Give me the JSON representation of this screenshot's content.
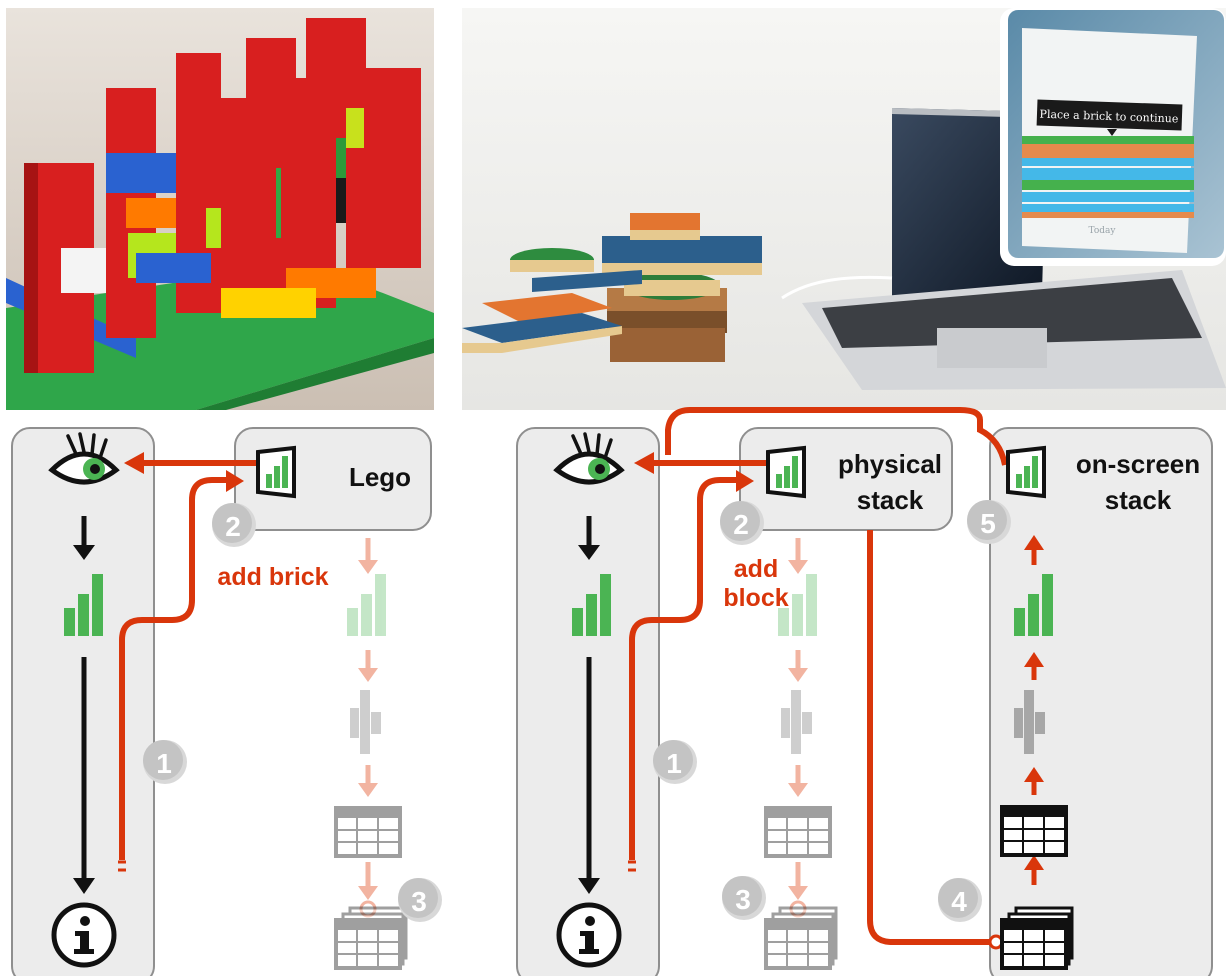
{
  "labels": {
    "lego": "Lego",
    "physical_stack": [
      "physical",
      "stack"
    ],
    "onscreen_stack": [
      "on-screen",
      "stack"
    ],
    "add_brick": "add brick",
    "add_block": [
      "add",
      "block"
    ]
  },
  "steps": [
    "1",
    "2",
    "3",
    "4",
    "5"
  ],
  "inset": {
    "prompt": "Place a brick to continue",
    "footer": "Today"
  },
  "icons": [
    "eye-icon",
    "bar-chart-icon",
    "violin-plot-icon",
    "table-icon",
    "table-stack-icon",
    "info-icon",
    "display-icon"
  ],
  "colors": {
    "accent_red": "#d9360b",
    "faded_red": "#f2b4a1",
    "chart_green": "#4bb453",
    "panel_fill": "#ececec",
    "panel_stroke": "#8f8f8f"
  }
}
